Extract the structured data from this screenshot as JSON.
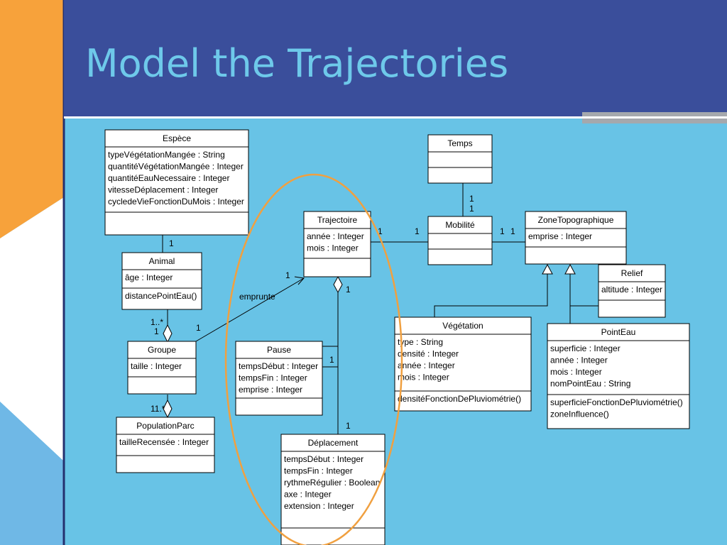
{
  "slide": {
    "title": "Model the Trajectories"
  },
  "classes": [
    {
      "id": "espece",
      "name": "Espèce",
      "attributes": [
        "typeVégétationMangée : String",
        "quantitéVégétationMangée : Integer",
        "quantitéEauNecessaire : Integer",
        "vitesseDéplacement : Integer",
        "cycledeVieFonctionDuMois : Integer"
      ],
      "operations": []
    },
    {
      "id": "animal",
      "name": "Animal",
      "attributes": [
        "âge : Integer"
      ],
      "operations": [
        "distancePointEau()"
      ]
    },
    {
      "id": "groupe",
      "name": "Groupe",
      "attributes": [
        "taille : Integer"
      ],
      "operations": []
    },
    {
      "id": "populationparc",
      "name": "PopulationParc",
      "attributes": [
        "tailleRecensée : Integer"
      ],
      "operations": []
    },
    {
      "id": "trajectoire",
      "name": "Trajectoire",
      "attributes": [
        "année : Integer",
        "mois : Integer"
      ],
      "operations": []
    },
    {
      "id": "pause",
      "name": "Pause",
      "attributes": [
        "tempsDébut : Integer",
        "tempsFin : Integer",
        "emprise : Integer"
      ],
      "operations": []
    },
    {
      "id": "deplacement",
      "name": "Déplacement",
      "attributes": [
        "tempsDébut : Integer",
        "tempsFin : Integer",
        "rythmeRégulier : Boolean",
        "axe : Integer",
        "extension : Integer"
      ],
      "operations": []
    },
    {
      "id": "temps",
      "name": "Temps",
      "attributes": [],
      "operations": []
    },
    {
      "id": "mobilite",
      "name": "Mobilité",
      "attributes": [],
      "operations": []
    },
    {
      "id": "zonetopo",
      "name": "ZoneTopographique",
      "attributes": [
        "emprise : Integer"
      ],
      "operations": []
    },
    {
      "id": "relief",
      "name": "Relief",
      "attributes": [
        "altitude : Integer"
      ],
      "operations": []
    },
    {
      "id": "vegetation",
      "name": "Végétation",
      "attributes": [
        "type : String",
        "densité : Integer",
        "année : Integer",
        "mois : Integer"
      ],
      "operations": [
        "densitéFonctionDePluviométrie()"
      ]
    },
    {
      "id": "pointeau",
      "name": "PointEau",
      "attributes": [
        "superficie : Integer",
        "année : Integer",
        "mois : Integer",
        "nomPointEau : String"
      ],
      "operations": [
        "superficieFonctionDePluviométrie()",
        "zoneInfluence()"
      ]
    }
  ],
  "labels": [
    {
      "id": "m-espece-animal",
      "text": "1"
    },
    {
      "id": "m-animal-groupe-a",
      "text": "1..*"
    },
    {
      "id": "m-animal-groupe-b",
      "text": "1"
    },
    {
      "id": "m-groupe-pop",
      "text": "11.*"
    },
    {
      "id": "m-groupe-traj",
      "text": "1"
    },
    {
      "id": "m-traj-arrow",
      "text": "1"
    },
    {
      "id": "assoc-emprunte",
      "text": "emprunte"
    },
    {
      "id": "m-traj-comp",
      "text": "1"
    },
    {
      "id": "m-pause",
      "text": "1"
    },
    {
      "id": "m-deplacement",
      "text": "1"
    },
    {
      "id": "m-traj-mob-a",
      "text": "1"
    },
    {
      "id": "m-traj-mob-b",
      "text": "1"
    },
    {
      "id": "m-temps-a",
      "text": "1"
    },
    {
      "id": "m-temps-b",
      "text": "1"
    },
    {
      "id": "m-mob-zone-a",
      "text": "1"
    },
    {
      "id": "m-mob-zone-b",
      "text": "1"
    }
  ],
  "colors": {
    "background": "#68c3e6",
    "title_band": "#3a4e9b",
    "title_text": "#6ec9ea",
    "accent_orange": "#f7a23b",
    "highlight_ellipse": "#f0a040"
  }
}
